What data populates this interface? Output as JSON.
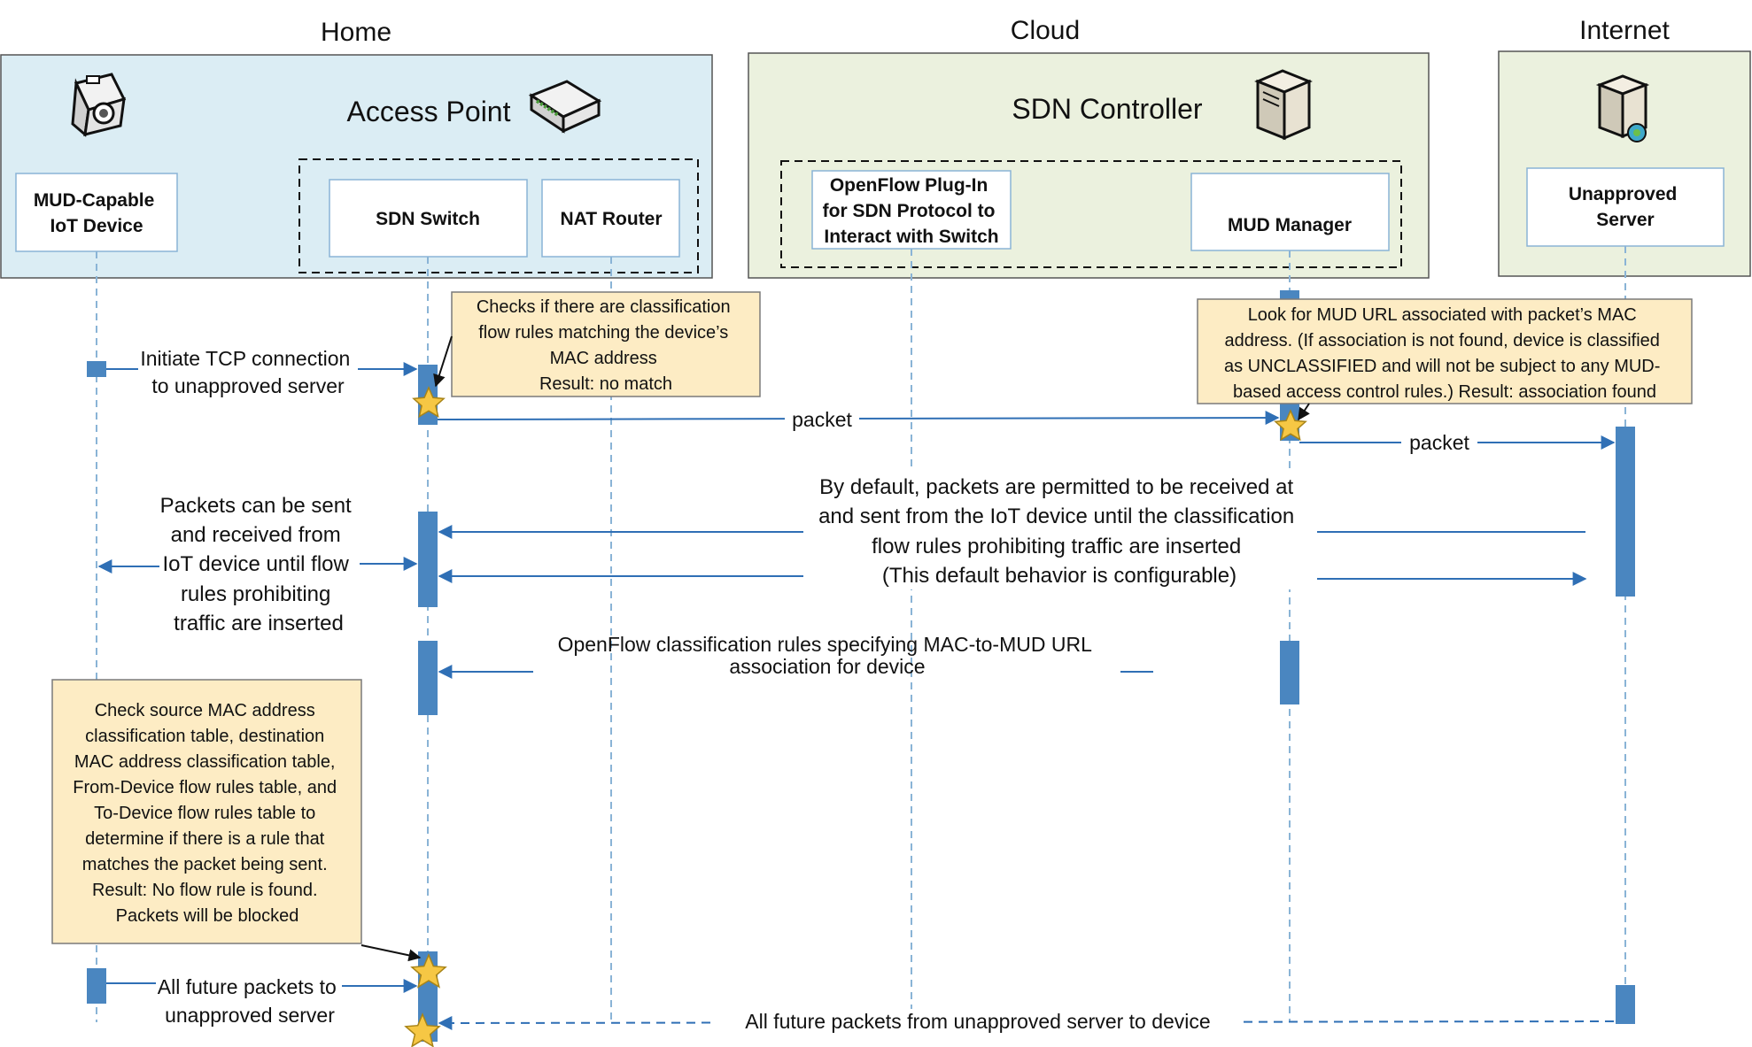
{
  "zones": {
    "home": "Home",
    "cloud": "Cloud",
    "internet": "Internet"
  },
  "regions": {
    "access_point": "Access Point",
    "sdn_controller": "SDN Controller"
  },
  "participants": {
    "iot_device": [
      "MUD-Capable",
      "IoT Device"
    ],
    "sdn_switch": [
      "SDN Switch"
    ],
    "nat_router": [
      "NAT Router"
    ],
    "openflow_plugin": [
      "OpenFlow Plug-In",
      "for SDN Protocol to",
      "Interact with Switch"
    ],
    "mud_manager": [
      "MUD Manager"
    ],
    "unapproved_server": [
      "Unapproved",
      "Server"
    ]
  },
  "icons": {
    "iot_device": "camera-icon",
    "access_point": "router-icon",
    "sdn_controller": "server-icon",
    "internet_server": "web-server-icon",
    "processing": "star-icon"
  },
  "notes": {
    "switch_check": [
      "Checks if there are classification",
      "flow rules matching the device’s",
      "MAC address",
      "Result: no match"
    ],
    "mud_lookup": [
      "Look for MUD URL associated with packet’s MAC",
      "address. (If association is not found, device is classified",
      "as UNCLASSIFIED and will not be subject to any MUD-",
      "based access control rules.) Result: association found"
    ],
    "flow_check": [
      "Check source MAC address",
      "classification table, destination",
      "MAC address classification table,",
      "From-Device flow rules table, and",
      "To-Device flow rules table to",
      "determine if there is a rule that",
      "matches the packet being sent.",
      "Result: No flow rule is found.",
      "Packets will be blocked"
    ]
  },
  "messages": {
    "initiate_tcp": [
      "Initiate TCP connection",
      "to unapproved server"
    ],
    "packet_to_mud": "packet",
    "packet_to_server": "packet",
    "default_permit": [
      "By default, packets are permitted to be received at",
      "and sent from the IoT device until the classification",
      "flow rules prohibiting traffic are inserted",
      "(This default behavior is configurable)"
    ],
    "packets_sent_received": [
      "Packets can be sent",
      "and received from",
      "IoT device until flow",
      "rules prohibiting",
      "traffic are inserted"
    ],
    "openflow_rules": [
      "OpenFlow classification rules specifying MAC-to-MUD URL",
      "association for device"
    ],
    "future_to_server": [
      "All future packets to",
      "unapproved server"
    ],
    "future_from_server": "All future packets from unapproved server to device"
  },
  "colors": {
    "home_fill": "#dbedf4",
    "cloud_fill": "#ebf1de",
    "box_border": "#8ab4d6",
    "lifeline": "#8ab4d6",
    "activation": "#4a86c0",
    "arrow": "#2f6fb5",
    "note_fill": "#fdecc4",
    "note_border": "#7a7a7a",
    "star_fill": "#f6c744"
  }
}
